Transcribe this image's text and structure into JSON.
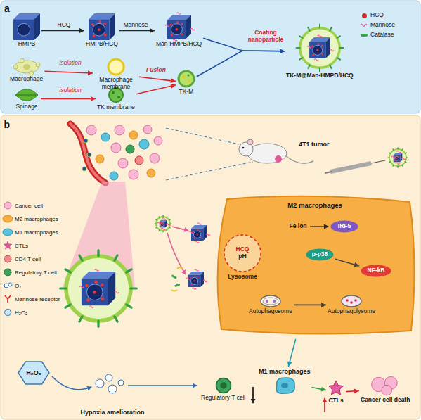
{
  "diagram": {
    "nodes": [
      {
        "text": [
          "HMPB"
        ]
      },
      {
        "text": [
          "HMPB/HCQ"
        ]
      },
      {
        "text": [
          "Man-HMPB/HCQ"
        ]
      },
      {
        "text": [
          "Macrophage"
        ]
      },
      {
        "text": [
          "Macrophage membrane"
        ]
      },
      {
        "text": [
          "Spinage"
        ]
      },
      {
        "text": [
          "TK membrane"
        ]
      },
      {
        "text": [
          "TK-M"
        ]
      },
      {
        "text": [
          "TK-M@Man-HMPB/HCQ"
        ]
      },
      {
        "text": [
          "M2 macrophages"
        ]
      },
      {
        "text": [
          "HCQ",
          "pH",
          "Lysosome"
        ],
        "in": 9
      },
      {
        "text": [
          "Autophagosome"
        ],
        "in": 9
      },
      {
        "text": [
          "Autophagolysome"
        ],
        "in": 9
      },
      {
        "text": [
          "IRF5"
        ],
        "in": 9
      },
      {
        "text": [
          "p-p38"
        ],
        "in": 9
      },
      {
        "text": [
          "NF-kB"
        ],
        "in": 9
      },
      {
        "text": [
          "H₂O₂"
        ]
      },
      {
        "text": [
          "Regulatory T cell"
        ]
      },
      {
        "text": [
          "M1 macrophages"
        ]
      },
      {
        "text": [
          "CTLs"
        ]
      },
      {
        "text": [
          "Cancer cell death"
        ]
      }
    ],
    "edges": [
      {
        "from": 0,
        "to": 1,
        "label": "HCQ",
        "arrow": "to"
      },
      {
        "from": 1,
        "to": 2,
        "label": "Mannose",
        "arrow": "to"
      },
      {
        "from": 3,
        "to": 4,
        "label": "isolation",
        "arrow": "to"
      },
      {
        "from": 5,
        "to": 6,
        "label": "isolation",
        "arrow": "to"
      },
      {
        "from": 4,
        "to": 7,
        "label": "Fusion",
        "arrow": "to"
      },
      {
        "from": 6,
        "to": 7,
        "arrow": "to"
      },
      {
        "from": 2,
        "to": 8,
        "label": "Coating nanoparticle",
        "arrow": "to"
      },
      {
        "from": 7,
        "to": 8,
        "arrow": "to"
      },
      {
        "from": 11,
        "to": 12,
        "arrow": "to"
      },
      {
        "from": 14,
        "to": 15,
        "arrow": "to"
      },
      {
        "from": 9,
        "to": 18,
        "arrow": "to"
      },
      {
        "from": 18,
        "to": 19,
        "arrow": "to"
      },
      {
        "from": 19,
        "to": 20,
        "arrow": "to"
      }
    ],
    "labels": [
      "a",
      "b",
      "4T1 tumor",
      "Fe ion",
      "Hypoxia amelioration"
    ],
    "legend": [
      {
        "text": "HCQ",
        "color": "#d32f2f"
      },
      {
        "text": "Mannose"
      },
      {
        "text": "Catalase"
      },
      {
        "text": "Cancer cell"
      },
      {
        "text": "M2 macrophages"
      },
      {
        "text": "M1 macrophages"
      },
      {
        "text": "CTLs"
      },
      {
        "text": "CD4 T cell"
      },
      {
        "text": "Regulatory T cell"
      },
      {
        "text": "O₂"
      },
      {
        "text": "Mannose receptor"
      },
      {
        "text": "H₂O₂"
      }
    ]
  }
}
